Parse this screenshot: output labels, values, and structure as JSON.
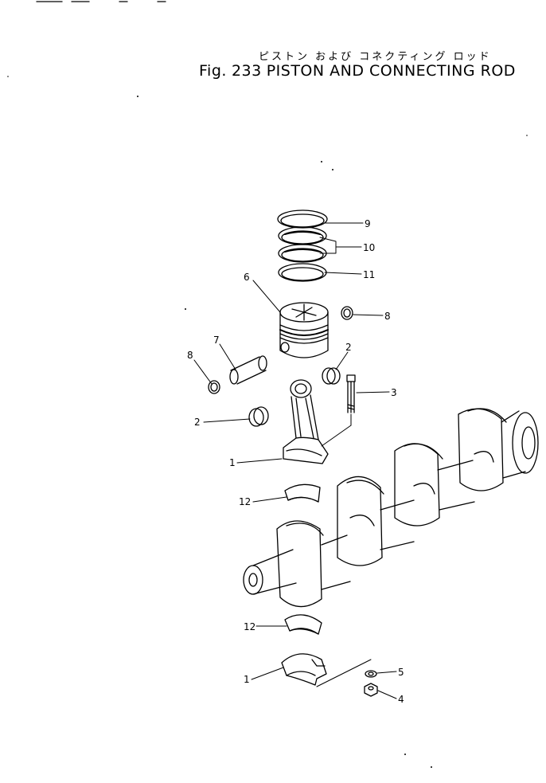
{
  "header": {
    "title_jp": "ピストン および コネクティング ロッド",
    "fig_prefix": "Fig.",
    "fig_number": "233",
    "title_en": "PISTON AND CONNECTING ROD"
  },
  "callouts": {
    "c1_rod": "1",
    "c1_cap": "1",
    "c2_left": "2",
    "c2_right": "2",
    "c3": "3",
    "c4": "4",
    "c5": "5",
    "c6": "6",
    "c7": "7",
    "c8_left": "8",
    "c8_right": "8",
    "c9": "9",
    "c10": "10",
    "c11": "11",
    "c12_upper": "12",
    "c12_lower": "12"
  }
}
